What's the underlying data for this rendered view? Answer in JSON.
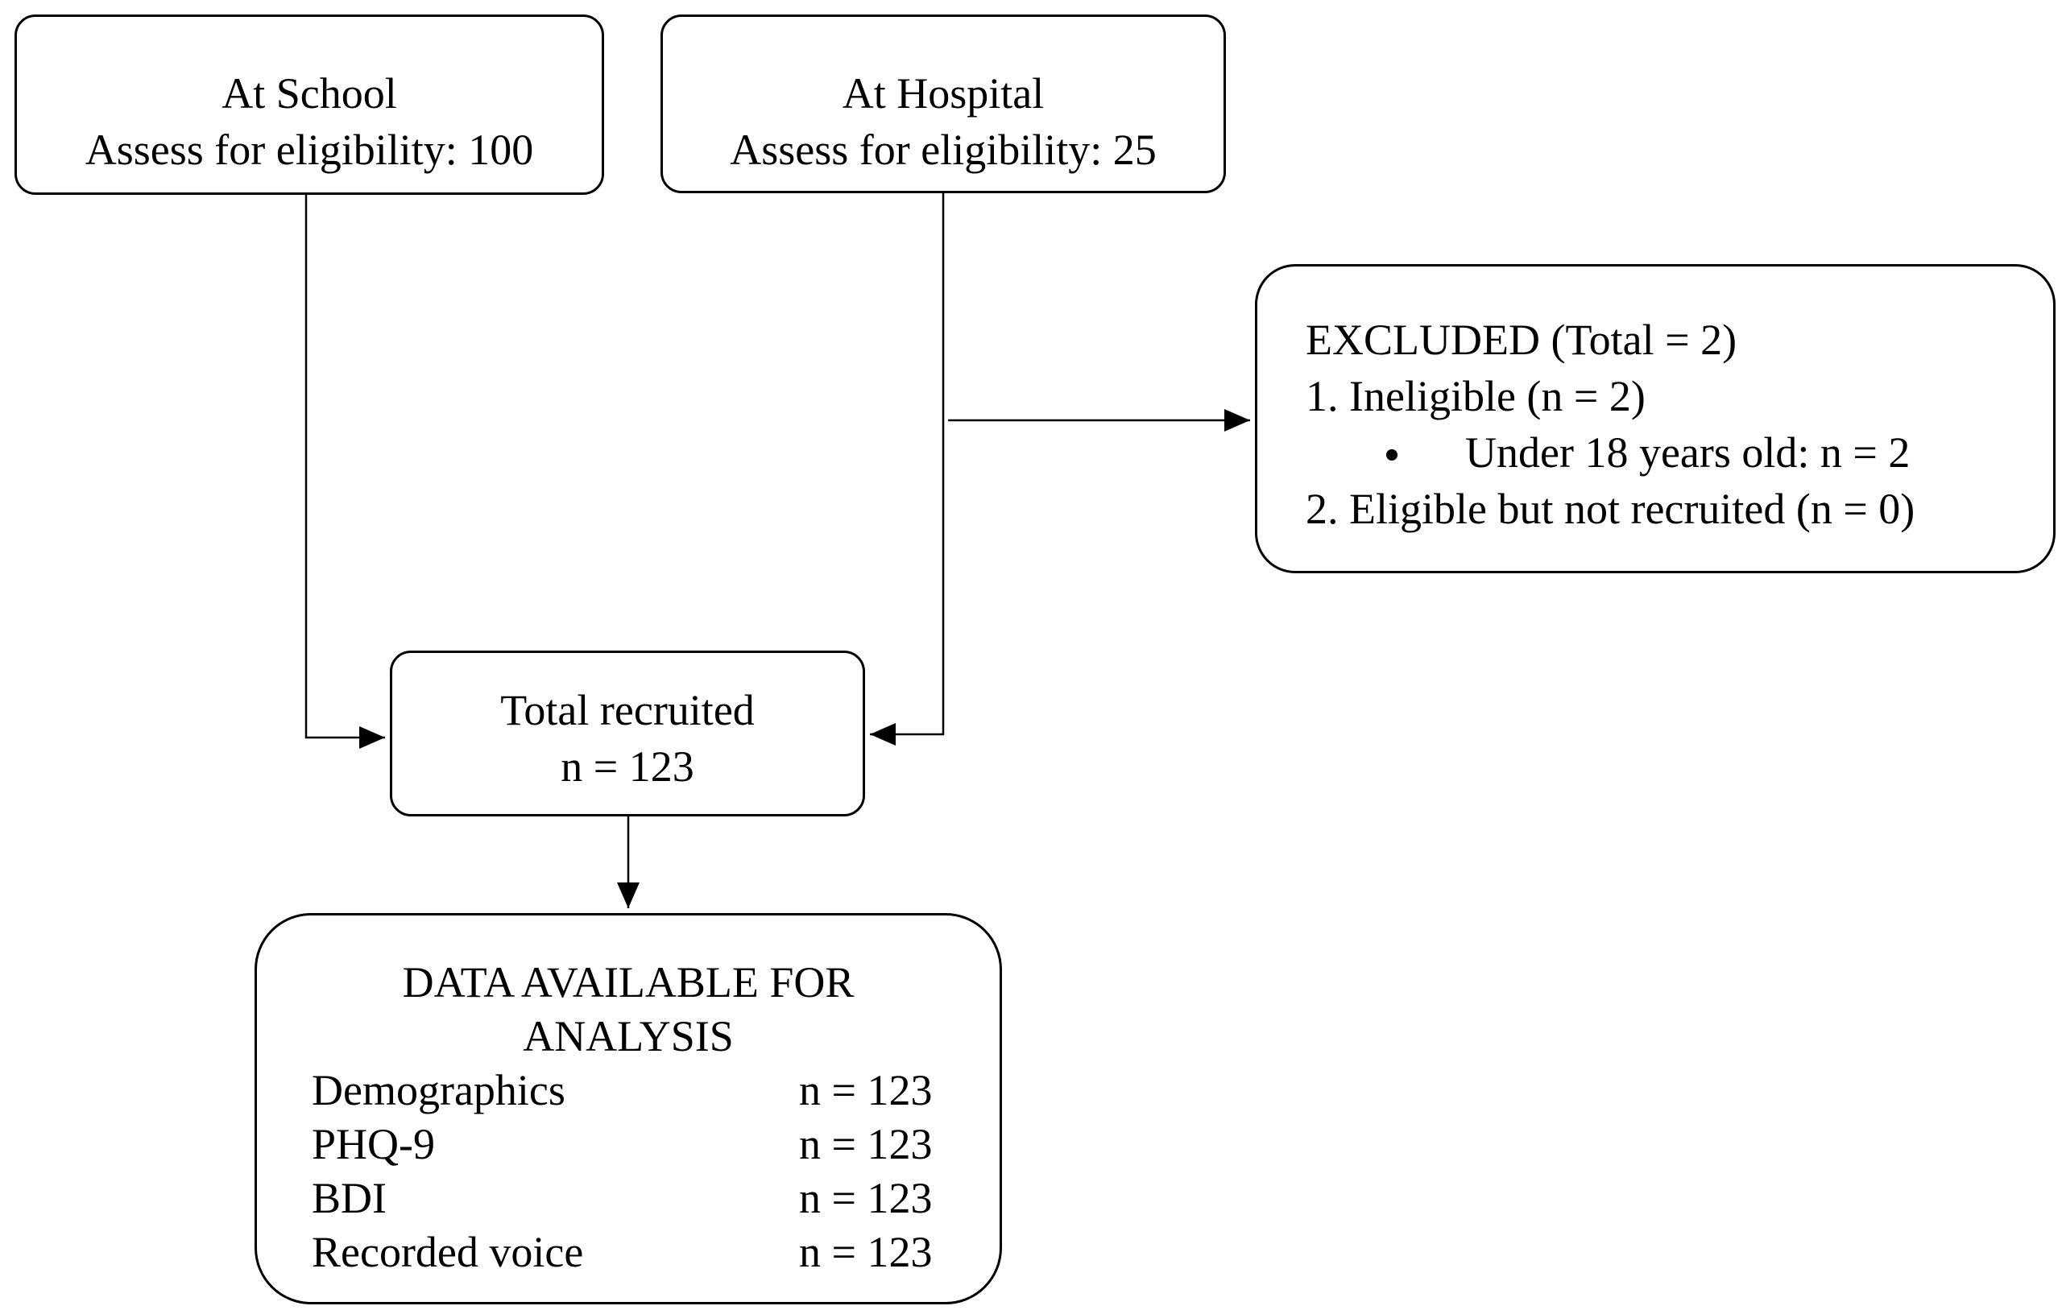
{
  "school": {
    "title": "At School",
    "assess": "Assess for eligibility:  100"
  },
  "hospital": {
    "title": "At Hospital",
    "assess": "Assess for eligibility:  25"
  },
  "excluded": {
    "title": "EXCLUDED (Total = 2)",
    "item1": "1. Ineligible (n = 2)",
    "bullet": "Under 18 years old: n = 2",
    "item2": "2. Eligible but not recruited (n = 0)"
  },
  "recruited": {
    "title": "Total recruited",
    "count": "n = 123"
  },
  "analysis": {
    "title_line1": "DATA AVAILABLE FOR",
    "title_line2": "ANALYSIS",
    "rows": [
      {
        "label": "Demographics",
        "value": "n = 123"
      },
      {
        "label": "PHQ-9",
        "value": "n = 123"
      },
      {
        "label": "BDI",
        "value": "n = 123"
      },
      {
        "label": "Recorded voice",
        "value": "n = 123"
      }
    ]
  },
  "colors": {
    "stroke": "#000000",
    "background": "#ffffff"
  }
}
